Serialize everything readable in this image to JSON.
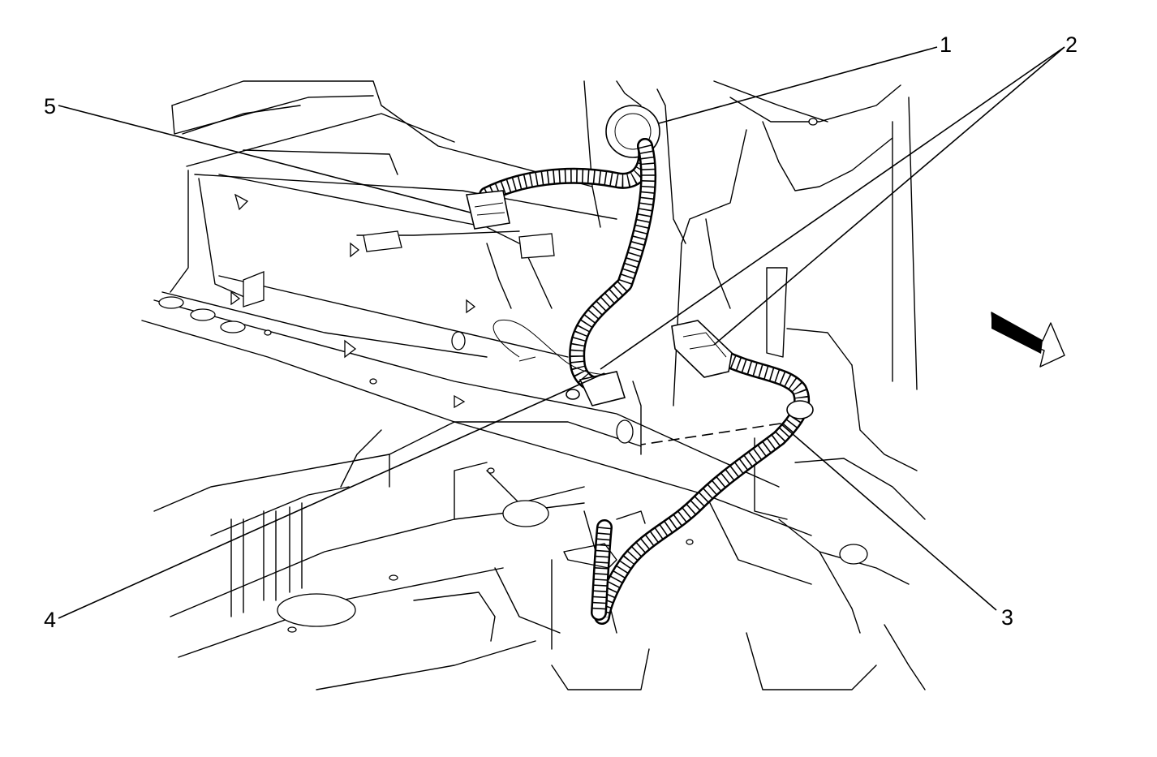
{
  "callouts": [
    {
      "id": "1",
      "label": "1"
    },
    {
      "id": "2",
      "label": "2"
    },
    {
      "id": "3",
      "label": "3"
    },
    {
      "id": "4",
      "label": "4"
    },
    {
      "id": "5",
      "label": "5"
    }
  ],
  "icons": {
    "view_arrow": "view-direction-arrow-icon"
  },
  "colors": {
    "ink": "#000000",
    "background": "#ffffff"
  }
}
